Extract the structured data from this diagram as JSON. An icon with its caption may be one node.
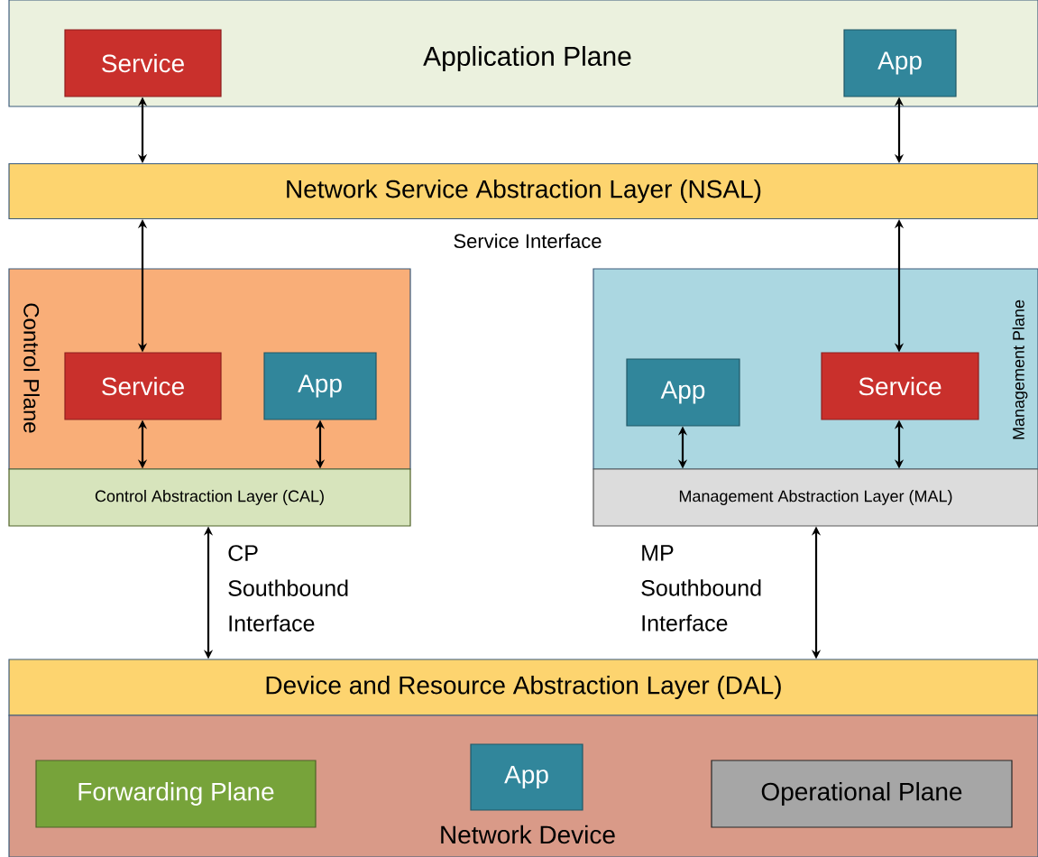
{
  "diagram": {
    "nodes": [
      {
        "text": [
          "Application Plane"
        ]
      },
      {
        "text": [
          "Service"
        ],
        "in": 0
      },
      {
        "text": [
          "App"
        ],
        "in": 0
      },
      {
        "text": [
          "Network Service Abstraction Layer (NSAL)"
        ]
      },
      {
        "text": [
          "Control Plane"
        ]
      },
      {
        "text": [
          "Service"
        ],
        "in": 4
      },
      {
        "text": [
          "App"
        ],
        "in": 4
      },
      {
        "text": [
          "Control Abstraction Layer (CAL)"
        ]
      },
      {
        "text": [
          "Management Plane"
        ]
      },
      {
        "text": [
          "App"
        ],
        "in": 8
      },
      {
        "text": [
          "Service"
        ],
        "in": 8
      },
      {
        "text": [
          "Management Abstraction Layer (MAL)"
        ]
      },
      {
        "text": [
          "Device and Resource Abstraction Layer (DAL)"
        ]
      },
      {
        "text": [
          "Network Device"
        ]
      },
      {
        "text": [
          "Forwarding Plane"
        ],
        "in": 13
      },
      {
        "text": [
          "App"
        ],
        "in": 13
      },
      {
        "text": [
          "Operational Plane"
        ],
        "in": 13
      }
    ],
    "edges": [
      {
        "from": 1,
        "to": 3,
        "arrow": "both"
      },
      {
        "from": 2,
        "to": 3,
        "arrow": "both"
      },
      {
        "from": 3,
        "to": 5,
        "arrow": "both"
      },
      {
        "from": 3,
        "to": 10,
        "arrow": "both"
      },
      {
        "from": 5,
        "to": 7,
        "arrow": "both"
      },
      {
        "from": 6,
        "to": 7,
        "arrow": "both"
      },
      {
        "from": 9,
        "to": 11,
        "arrow": "both"
      },
      {
        "from": 10,
        "to": 11,
        "arrow": "both"
      },
      {
        "from": 7,
        "to": 12,
        "arrow": "both",
        "label": "CP Southbound Interface"
      },
      {
        "from": 11,
        "to": 12,
        "arrow": "both",
        "label": "MP Southbound Interface"
      }
    ],
    "labels": [
      "Service Interface"
    ]
  }
}
